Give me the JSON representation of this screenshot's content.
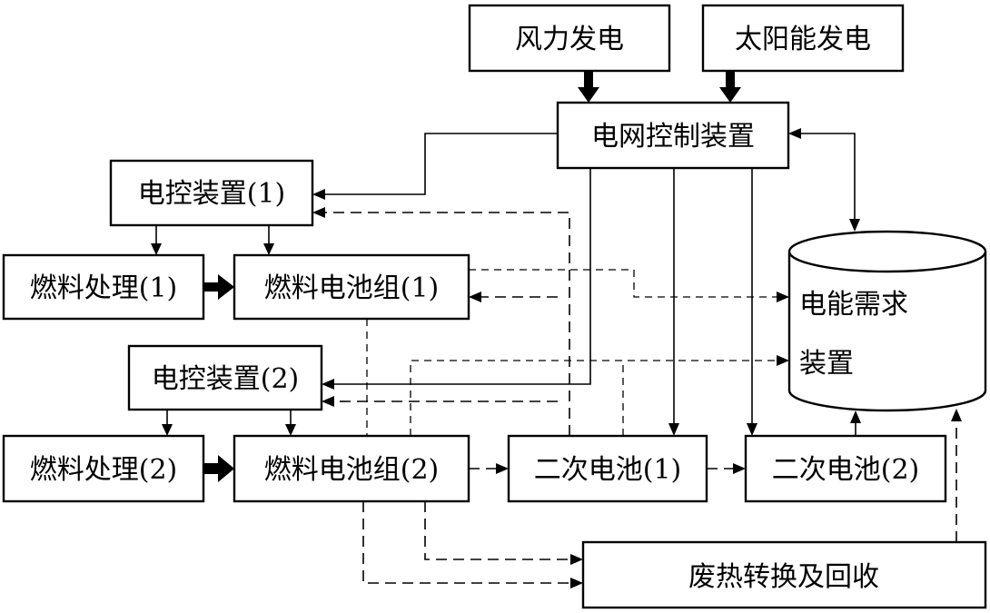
{
  "nodes": {
    "wind": "风力发电",
    "solar": "太阳能发电",
    "grid": "电网控制装置",
    "ctrl1": "电控装置(1)",
    "fuel1": "燃料处理(1)",
    "stack1": "燃料电池组(1)",
    "ctrl2": "电控装置(2)",
    "fuel2": "燃料处理(2)",
    "stack2": "燃料电池组(2)",
    "batt1": "二次电池(1)",
    "batt2": "二次电池(2)",
    "demand_line1": "电能需求",
    "demand_line2": "装置",
    "heat": "废热转换及回收"
  }
}
